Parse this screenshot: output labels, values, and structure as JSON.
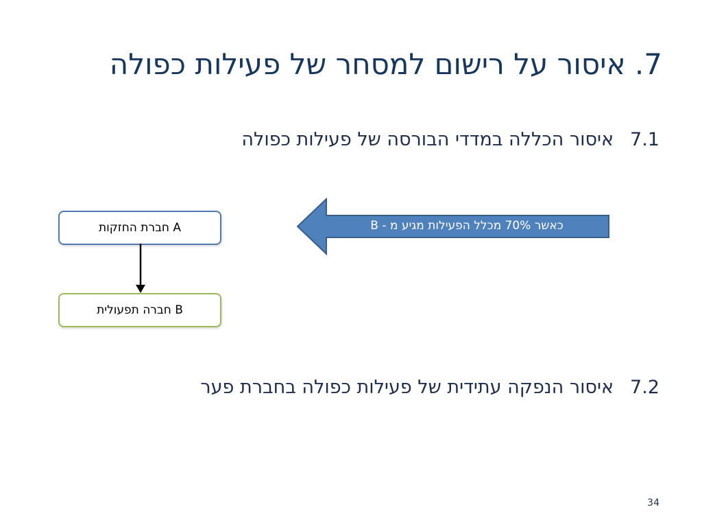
{
  "slide": {
    "title": "7. איסור על רישום למסחר של פעילות כפולה",
    "points": [
      {
        "number": "7.1",
        "text": "איסור הכללה במדדי הבורסה של פעילות כפולה"
      },
      {
        "number": "7.2",
        "text": "איסור הנפקה עתידית של פעילות כפולה בחברת פער"
      }
    ],
    "diagram": {
      "box_a": "A חברת החזקות",
      "box_b": "B חברה תפעולית",
      "callout": "כאשר 70% מכלל הפעילות מגיע מ - B"
    },
    "page_number": "34"
  },
  "colors": {
    "title": "#17375e",
    "box_a_border": "#4f7bb0",
    "box_b_border": "#9bbb59",
    "callout_fill": "#4f81bd",
    "callout_stroke": "#385d8a"
  }
}
